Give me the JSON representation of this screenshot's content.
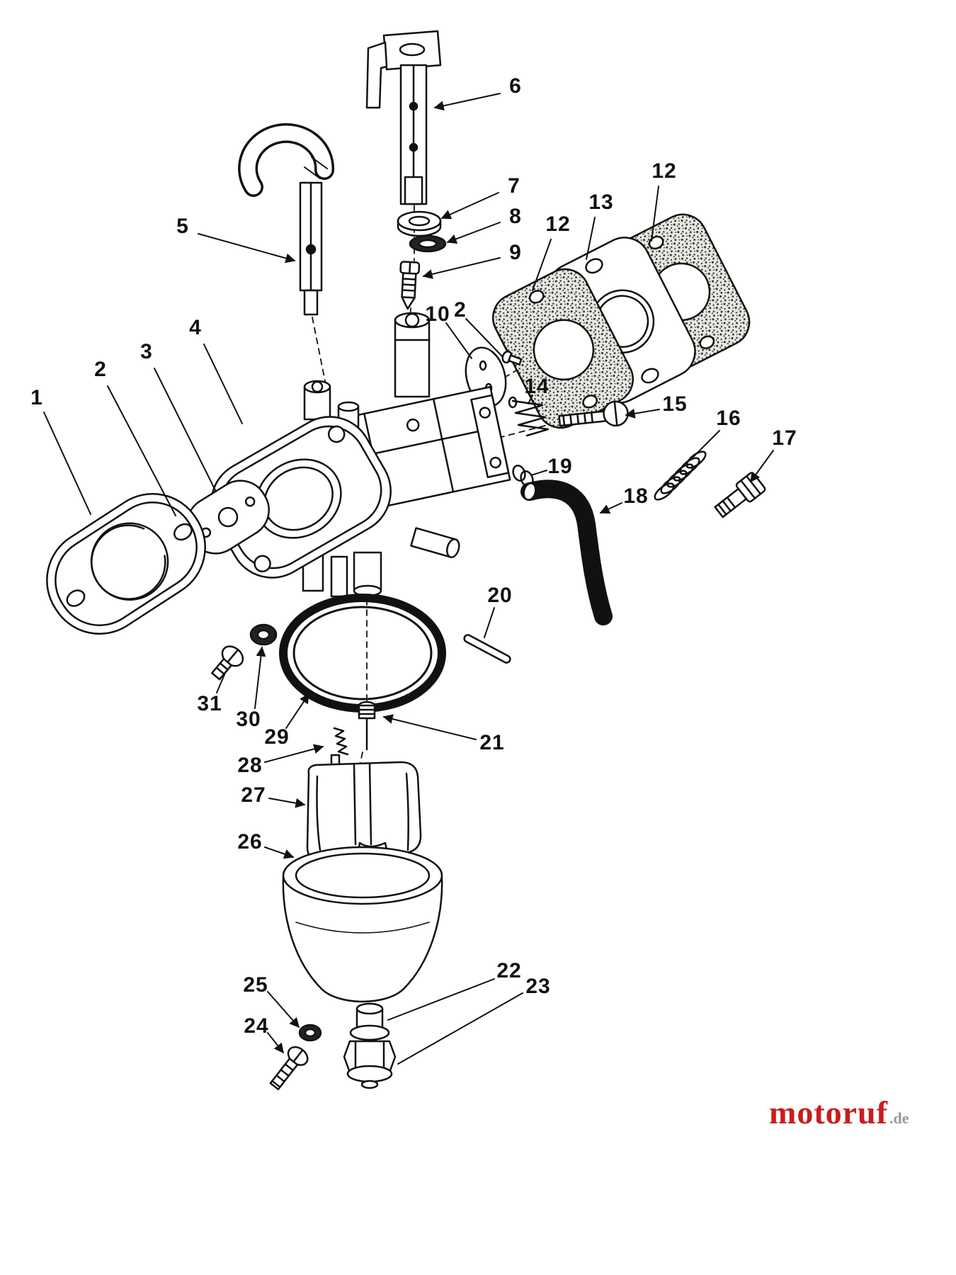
{
  "figure": {
    "background": "#ffffff",
    "ink": "#111111",
    "gasket_fill": "#e9e7e1",
    "hose_color": "#111111"
  },
  "part_labels": [
    {
      "text": "1"
    },
    {
      "text": "2"
    },
    {
      "text": "3"
    },
    {
      "text": "4"
    },
    {
      "text": "5"
    },
    {
      "text": "6"
    },
    {
      "text": "7"
    },
    {
      "text": "8"
    },
    {
      "text": "9"
    },
    {
      "text": "10"
    },
    {
      "text": "2"
    },
    {
      "text": "12"
    },
    {
      "text": "13"
    },
    {
      "text": "12"
    },
    {
      "text": "14"
    },
    {
      "text": "15"
    },
    {
      "text": "16"
    },
    {
      "text": "17"
    },
    {
      "text": "18"
    },
    {
      "text": "19"
    },
    {
      "text": "20"
    },
    {
      "text": "21"
    },
    {
      "text": "22"
    },
    {
      "text": "23"
    },
    {
      "text": "24"
    },
    {
      "text": "25"
    },
    {
      "text": "26"
    },
    {
      "text": "27"
    },
    {
      "text": "28"
    },
    {
      "text": "29"
    },
    {
      "text": "30"
    },
    {
      "text": "31"
    }
  ],
  "watermark": {
    "brand": "motoruf",
    "suffix": ".de",
    "brand_color": "#c81d1d",
    "suffix_color": "#999999"
  }
}
